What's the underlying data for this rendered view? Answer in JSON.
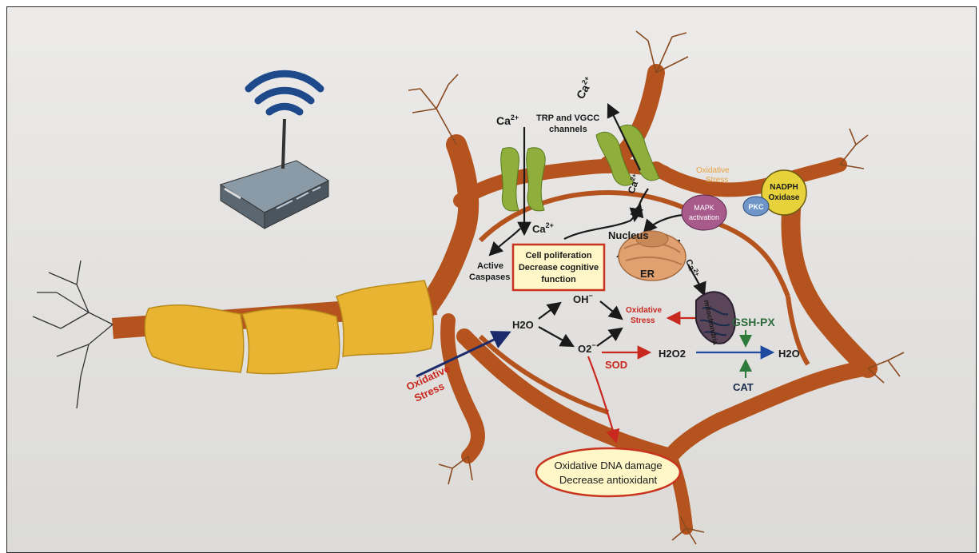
{
  "labels": {
    "ca_top_left": "Ca",
    "ca_top_right": "Ca",
    "ca_mid_left": "Ca",
    "ca_channel": "Ca",
    "ca_er": "Ca",
    "ca_superscript": "2+",
    "channels_line1": "TRP and VGCC",
    "channels_line2": "channels",
    "oxidative_stress_top_line1": "Oxidative",
    "oxidative_stress_top_line2": "Stress",
    "nadph_line1": "NADPH",
    "nadph_line2": "Oxidase",
    "pkc": "PKC",
    "mapk_line1": "MAPK",
    "mapk_line2": "activation",
    "nucleus": "Nucleus",
    "er": "ER",
    "mitochondria": "mitochondria",
    "cell_box_line1": "Cell poliferation",
    "cell_box_line2": "Decrease cognitive",
    "cell_box_line3": "function",
    "active_caspases_line1": "Active",
    "active_caspases_line2": "Caspases",
    "h2o_left": "H2O",
    "oh": "OH",
    "oh_sup": "−",
    "o2": "O2",
    "o2_sup": "−",
    "oxidative_stress_mid_line1": "Oxidative",
    "oxidative_stress_mid_line2": "Stress",
    "oxidative_stress_left_line1": "Oxidative",
    "oxidative_stress_left_line2": "Stress",
    "sod": "SOD",
    "h2o2": "H2O2",
    "h2o_right": "H2O",
    "gsh_px": "GSH-PX",
    "cat": "CAT",
    "dna_line1": "Oxidative DNA damage",
    "dna_line2": "Decrease antioxidant"
  },
  "colors": {
    "neuron": "#b4531e",
    "myelin": "#e8b432",
    "channel": "#8fae3c",
    "box_fill": "#fff7c8",
    "box_border": "#c8341e",
    "red_arrow": "#c8281e",
    "blue_arrow": "#1e4aa0",
    "nadph": "#e8d23c",
    "pkc": "#6e94c8",
    "mapk": "#a85a8c",
    "wifi": "#1e4a8c"
  },
  "icons": {
    "router": "wifi-router-icon",
    "signal": "wifi-signal-icon"
  }
}
